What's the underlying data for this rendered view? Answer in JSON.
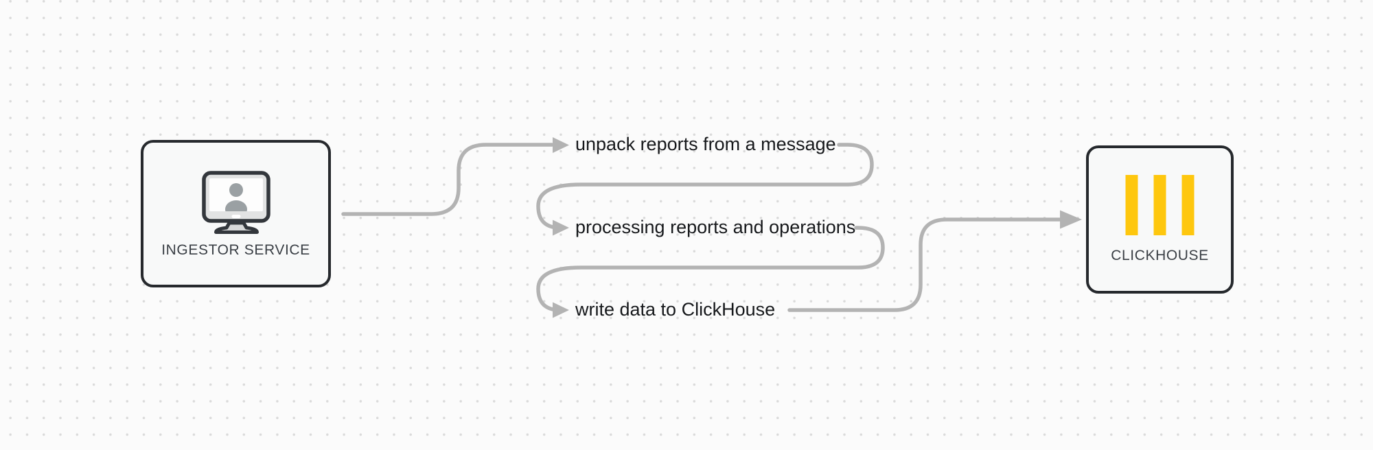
{
  "diagram": {
    "source_node": {
      "label": "INGESTOR SERVICE",
      "icon": "user-monitor-icon"
    },
    "target_node": {
      "label": "CLICKHOUSE",
      "icon": "clickhouse-bars-icon"
    },
    "steps": [
      "unpack reports from a message",
      "processing reports and operations",
      "write data to ClickHouse"
    ],
    "colors": {
      "background": "#fbfbfb",
      "grid_dot": "#dadada",
      "connector": "#b3b3b3",
      "node_border": "#26292d",
      "node_fill": "#f8f9f9",
      "node_label": "#393e44",
      "step_text": "#16181b",
      "clickhouse_yellow": "#fec70e",
      "monitor_body": "#e2e3e3",
      "monitor_screen": "#fdfdfd",
      "silhouette": "#9aa0a3"
    }
  }
}
